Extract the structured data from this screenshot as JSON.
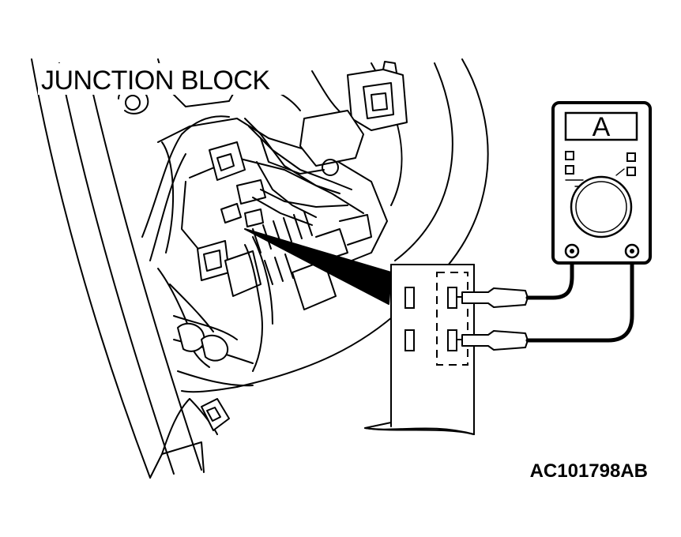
{
  "labels": {
    "component": "JUNCTION BLOCK",
    "figure_id": "AC101798AB"
  },
  "multimeter": {
    "display_symbol": "A"
  }
}
